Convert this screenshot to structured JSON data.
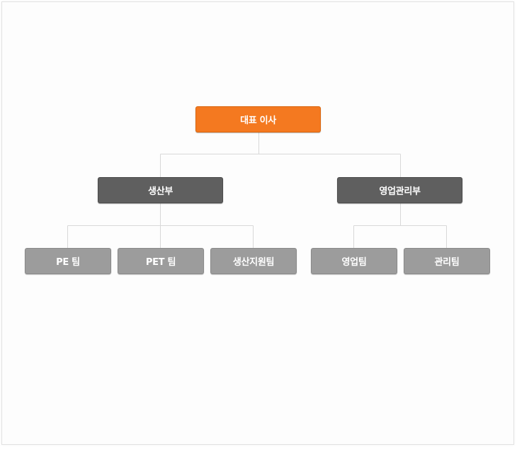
{
  "org_chart": {
    "ceo": {
      "label": "대표 이사"
    },
    "departments": [
      {
        "label": "생산부",
        "teams": [
          {
            "label": "PE 팀"
          },
          {
            "label": "PET 팀"
          },
          {
            "label": "생산지원팀"
          }
        ]
      },
      {
        "label": "영업관리부",
        "teams": [
          {
            "label": "영업팀"
          },
          {
            "label": "관리팀"
          }
        ]
      }
    ]
  },
  "colors": {
    "ceo": "#f47920",
    "department": "#5f5f5f",
    "team": "#9c9c9c",
    "connector": "#d8d8d8"
  }
}
